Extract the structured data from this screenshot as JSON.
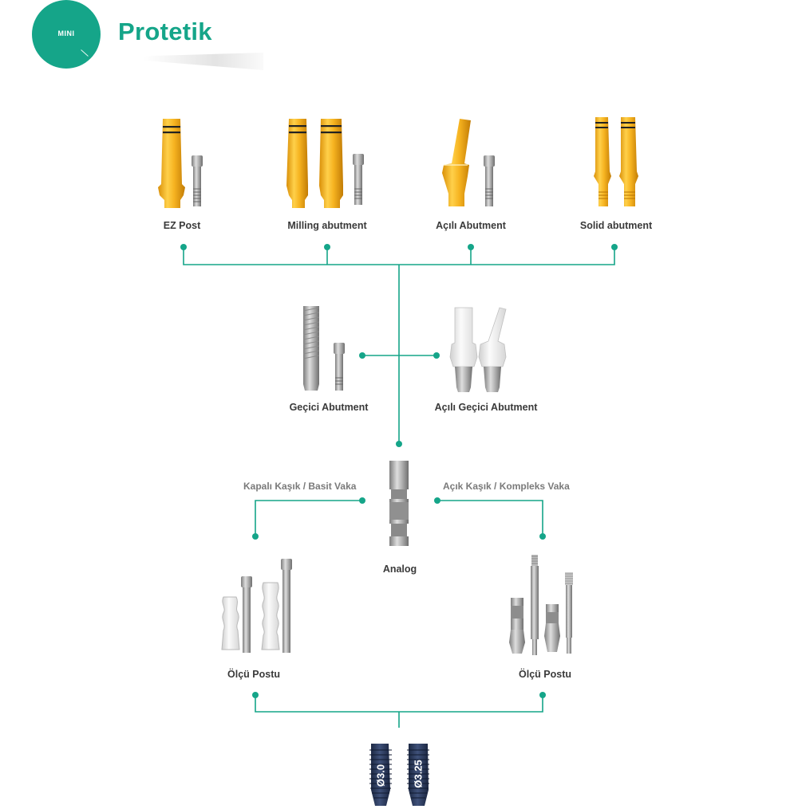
{
  "header": {
    "badge_text": "MINI",
    "title": "Protetik"
  },
  "colors": {
    "accent": "#15a589",
    "gold": "#f2b31c",
    "titanium": "#a9a9a9",
    "implant": "#2b3a5c"
  },
  "tier1": {
    "items": [
      {
        "label": "EZ Post"
      },
      {
        "label": "Milling abutment"
      },
      {
        "label": "Açılı Abutment"
      },
      {
        "label": "Solid abutment"
      }
    ]
  },
  "tier2": {
    "items": [
      {
        "label": "Geçici Abutment"
      },
      {
        "label": "Açılı Geçici Abutment"
      }
    ]
  },
  "tier3": {
    "center": {
      "label": "Analog"
    },
    "left_branch": "Kapalı Kaşık / Basit Vaka",
    "right_branch": "Açık Kaşık / Kompleks Vaka",
    "left": {
      "label": "Ölçü Postu"
    },
    "right": {
      "label": "Ölçü Postu"
    }
  },
  "implants": [
    {
      "label": "Ø3.0"
    },
    {
      "label": "Ø3.25"
    }
  ]
}
